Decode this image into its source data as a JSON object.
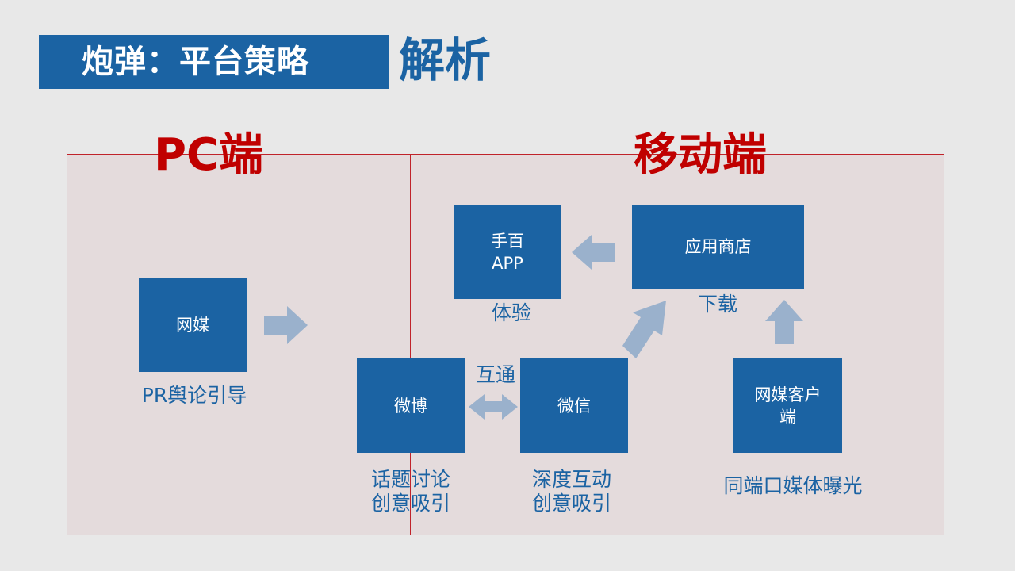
{
  "header": {
    "title_boxed": "炮弹：平台策略",
    "title_plain": "解析"
  },
  "sections": {
    "pc": "PC端",
    "mobile": "移动端"
  },
  "nodes": {
    "wangmei": {
      "label": "网媒",
      "caption": "PR舆论引导"
    },
    "shoubai": {
      "label": "手百\nAPP",
      "caption": "体验"
    },
    "app_store": {
      "label": "应用商店",
      "caption": "下载"
    },
    "weibo": {
      "label": "微博",
      "caption": "话题讨论\n创意吸引"
    },
    "weixin": {
      "label": "微信",
      "caption": "深度互动\n创意吸引"
    },
    "client": {
      "label": "网媒客户\n端",
      "caption": "同端口媒体曝光"
    }
  },
  "edge_labels": {
    "weibo_weixin": "互通"
  },
  "colors": {
    "box_fill": "#1b63a3",
    "section_title": "#c00000",
    "region_border": "#c0232a",
    "arrow": "#9ab1cc",
    "background": "#e8e8e8"
  }
}
